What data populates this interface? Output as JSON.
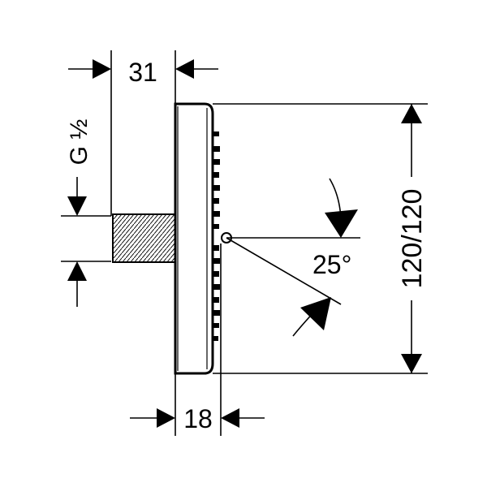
{
  "drawing": {
    "dimensions": {
      "depth": "31",
      "head_depth": "18",
      "thread": "G ½",
      "size": "120/120",
      "tilt_angle": "25°"
    },
    "colors": {
      "line": "#000000",
      "background": "#ffffff"
    }
  }
}
